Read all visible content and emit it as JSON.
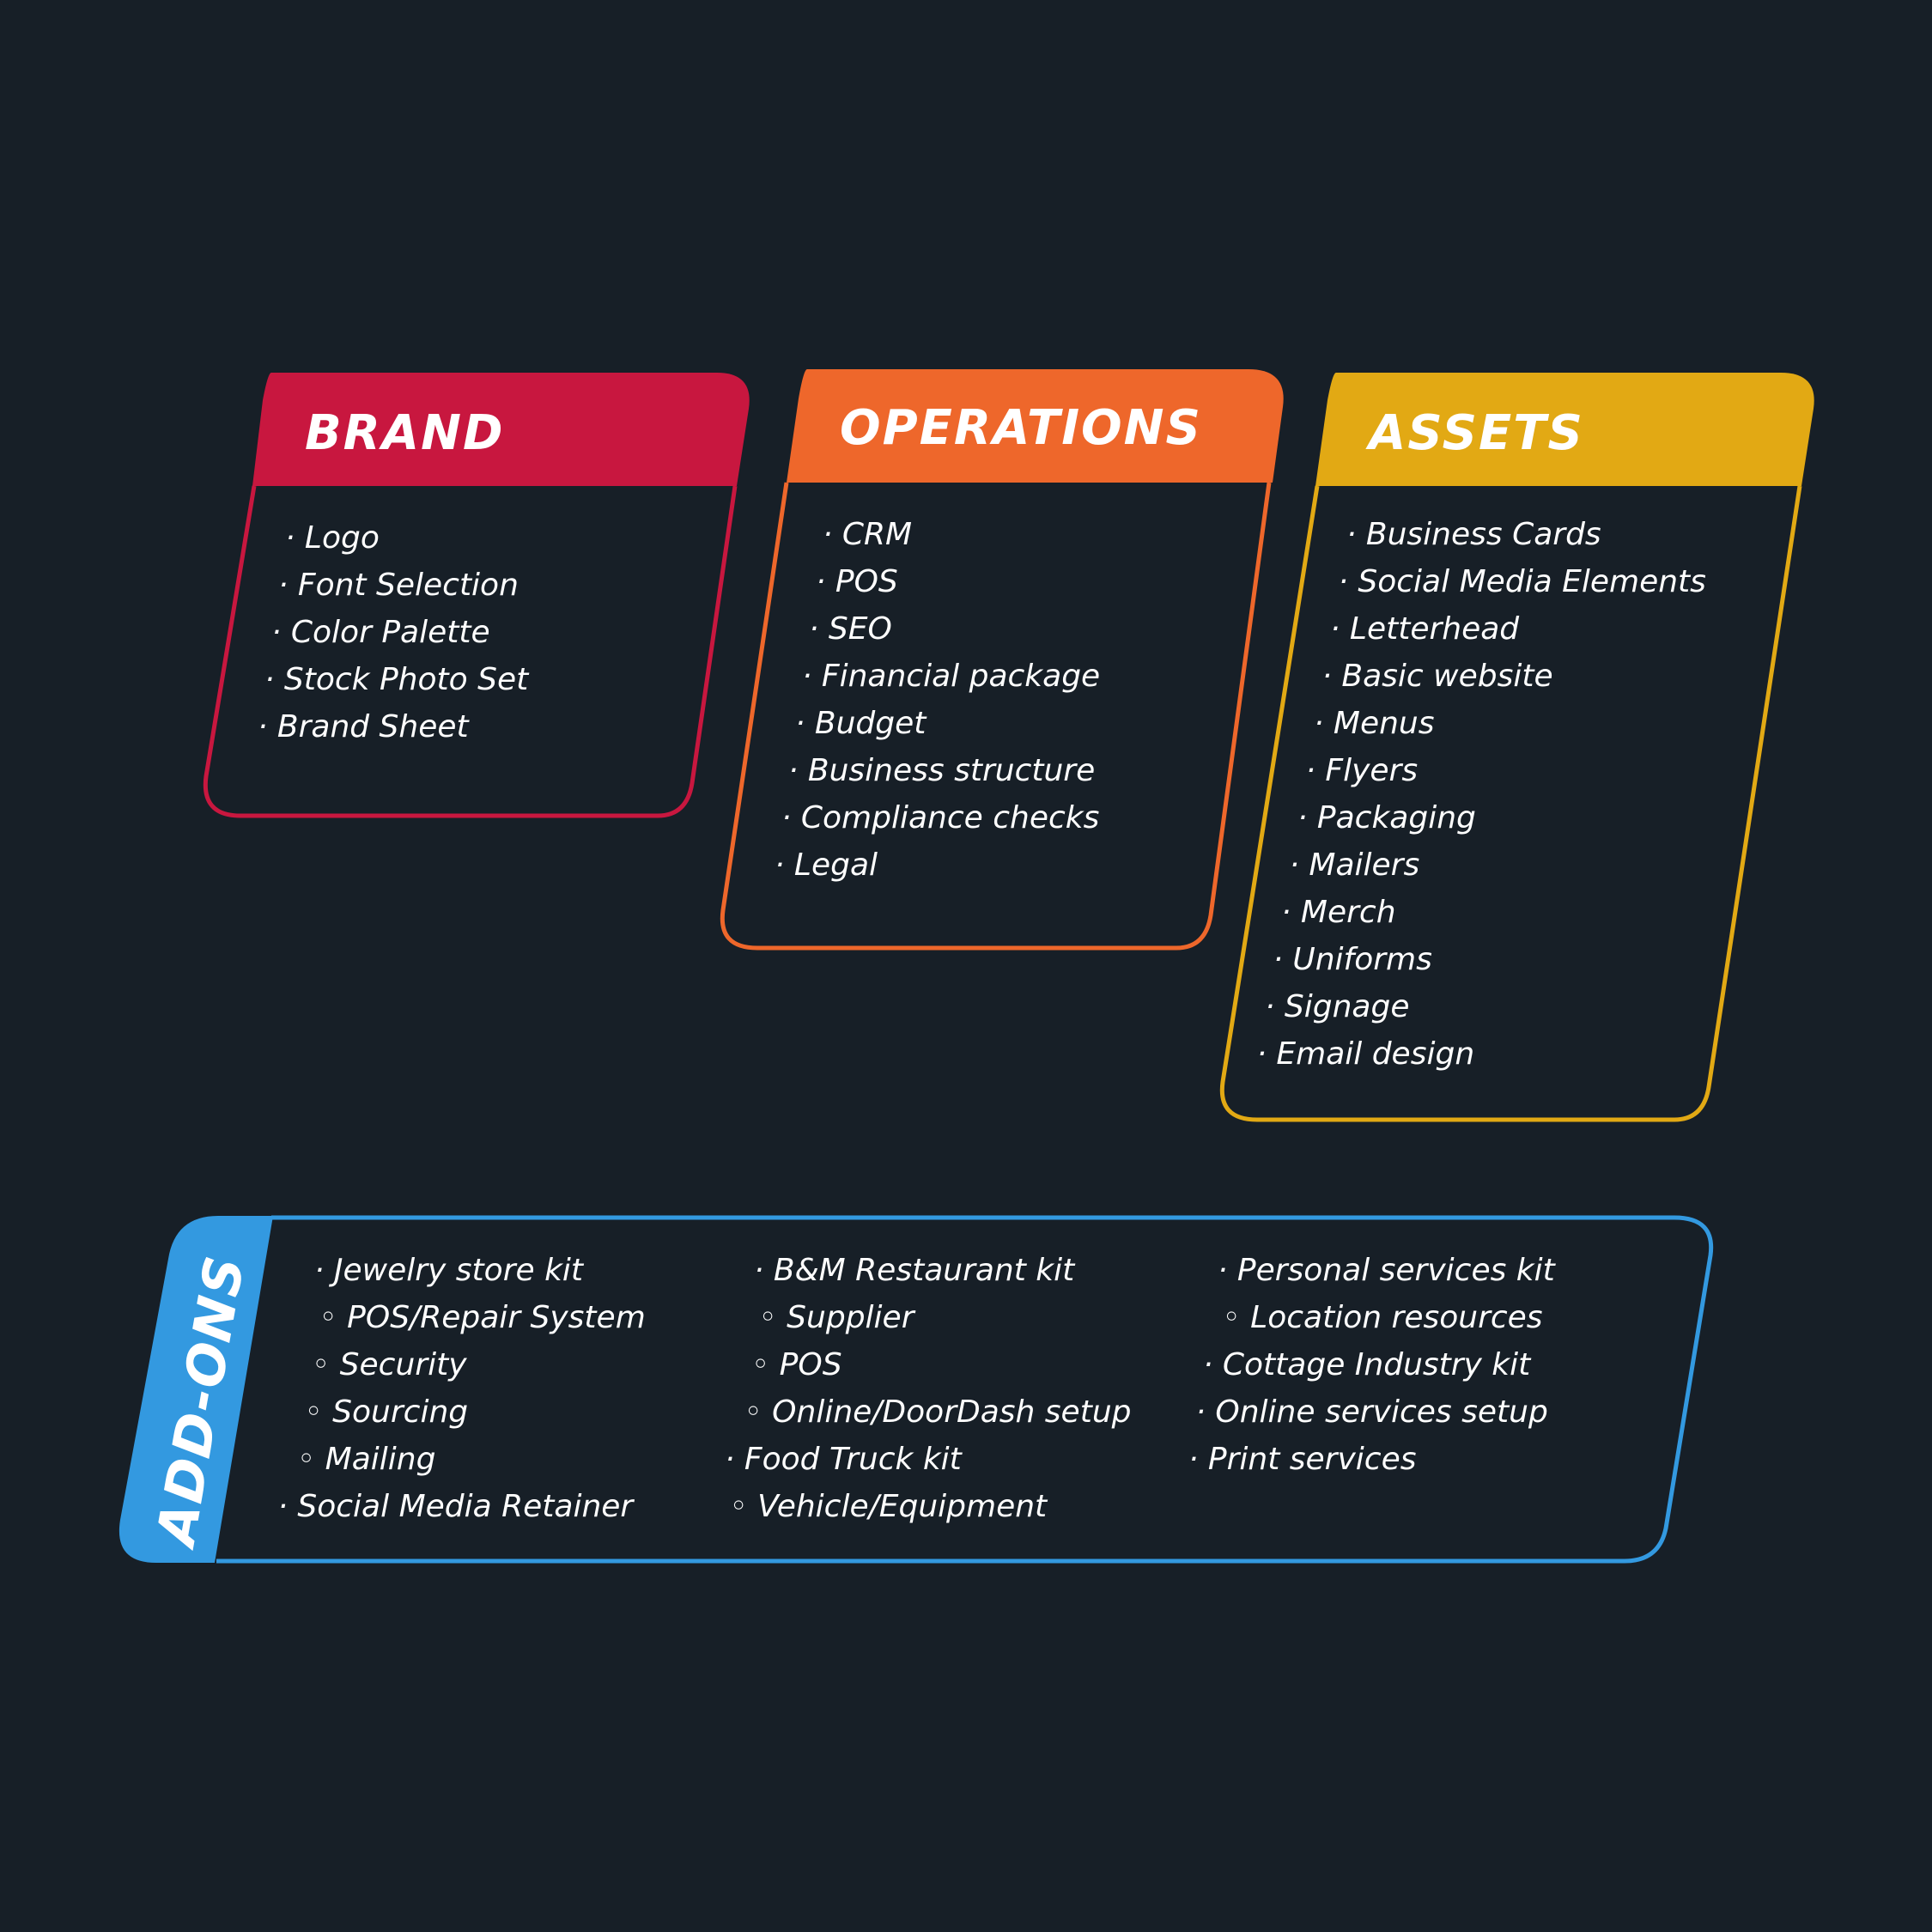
{
  "colors": {
    "background": "#171f27",
    "brand": "#c8173f",
    "operations": "#ee672b",
    "assets": "#e2a914",
    "addons": "#3399e0",
    "text": "#ffffff"
  },
  "brand": {
    "title": "BRAND",
    "items": [
      "· Logo",
      "· Font Selection",
      "· Color Palette",
      "· Stock Photo Set",
      "· Brand Sheet"
    ]
  },
  "operations": {
    "title": "OPERATIONS",
    "items": [
      "· CRM",
      "· POS",
      "· SEO",
      "· Financial package",
      "· Budget",
      "· Business structure",
      "· Compliance checks",
      "· Legal"
    ]
  },
  "assets": {
    "title": "ASSETS",
    "items": [
      "· Business Cards",
      "· Social Media Elements",
      "· Letterhead",
      "· Basic website",
      "· Menus",
      "· Flyers",
      "· Packaging",
      "· Mailers",
      "· Merch",
      "· Uniforms",
      "· Signage",
      "· Email design"
    ]
  },
  "addons": {
    "title": "ADD-ONS",
    "columns": [
      [
        "· Jewelry store kit",
        "◦ POS/Repair System",
        "◦ Security",
        "◦ Sourcing",
        "◦ Mailing",
        "· Social Media Retainer"
      ],
      [
        "· B&M Restaurant kit",
        "◦ Supplier",
        "◦ POS",
        "◦ Online/DoorDash setup",
        "· Food Truck kit",
        "◦ Vehicle/Equipment"
      ],
      [
        "· Personal services kit",
        "◦ Location resources",
        "· Cottage Industry kit",
        "· Online services setup",
        "· Print services"
      ]
    ]
  }
}
